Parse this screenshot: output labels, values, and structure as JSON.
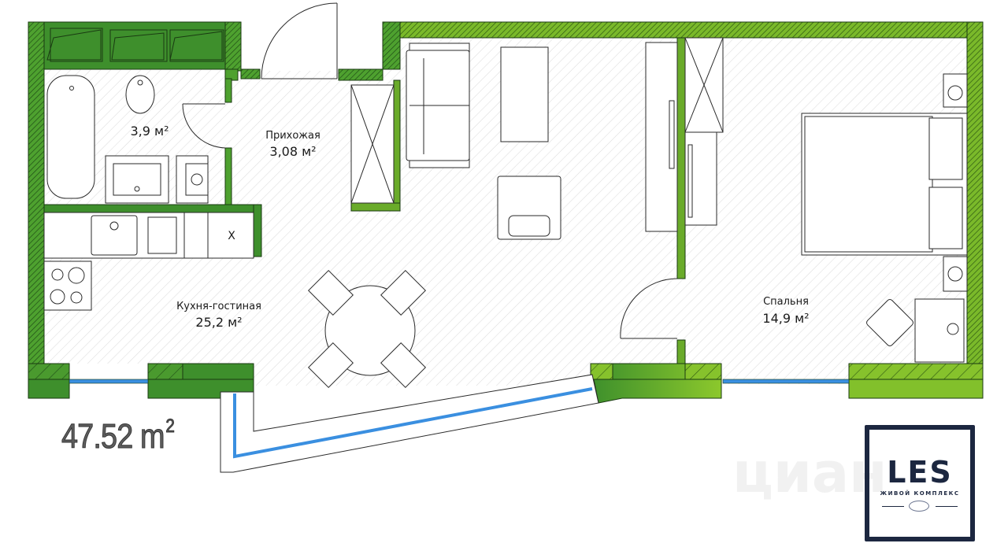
{
  "plan": {
    "total_area_value": "47.52 m",
    "total_area_sup": "2",
    "colors": {
      "wall_dark": "#3e8f2c",
      "wall_mid": "#4ea12f",
      "wall_light": "#7ab92a",
      "partition": "#6aab2a",
      "window": "#3a8fe0",
      "line": "#2a2a2a",
      "hatch": "#d9d9d9"
    },
    "rooms": [
      {
        "id": "bathroom",
        "name": "",
        "area": "3,9 м²"
      },
      {
        "id": "hallway",
        "name": "Прихожая",
        "area": "3,08 м²"
      },
      {
        "id": "kitchen-living",
        "name": "Кухня-гостиная",
        "area": "25,2 м²"
      },
      {
        "id": "bedroom",
        "name": "Спальня",
        "area": "14,9 м²"
      }
    ],
    "kitchen_mark": "X"
  },
  "logo": {
    "name": "LES",
    "subtitle": "ЖИВОЙ КОМПЛЕКС"
  },
  "watermark": "циан"
}
